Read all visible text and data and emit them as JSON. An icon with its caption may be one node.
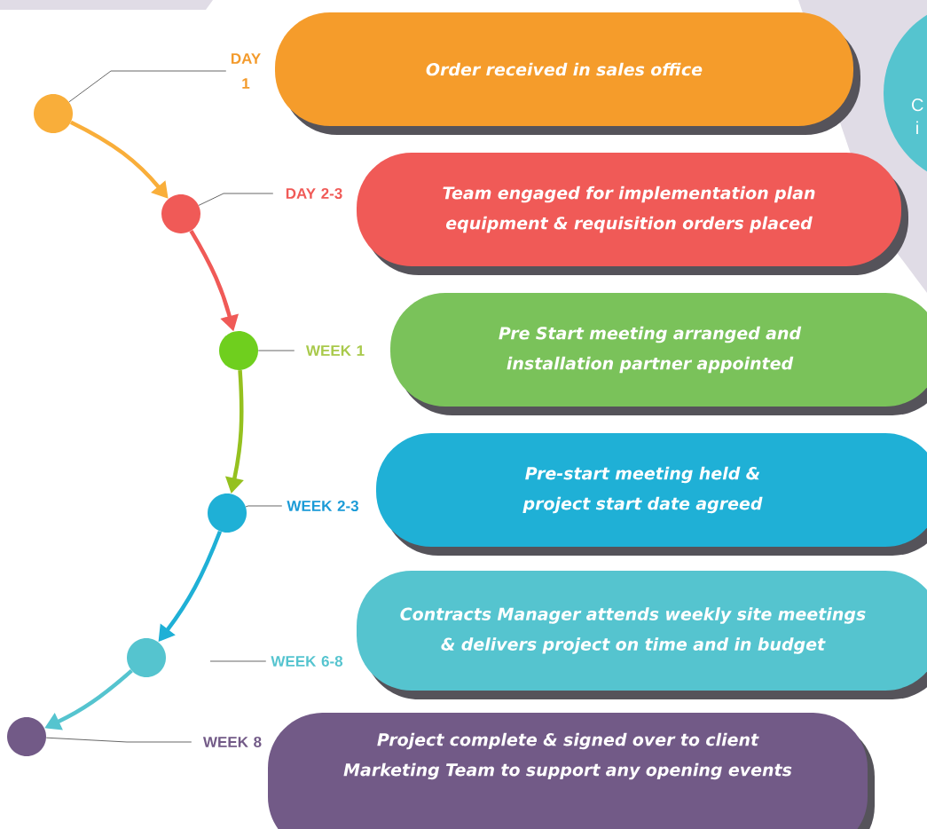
{
  "diagram": {
    "nodes": [
      {
        "text": [
          "DAY 1"
        ]
      },
      {
        "text": [
          "DAY 2-3"
        ]
      },
      {
        "text": [
          "WEEK 1"
        ]
      },
      {
        "text": [
          "WEEK 2-3"
        ]
      },
      {
        "text": [
          "WEEK 6-8"
        ]
      },
      {
        "text": [
          "WEEK 8"
        ]
      },
      {
        "text": [
          "Order received in sales office"
        ]
      },
      {
        "text": [
          "Team engaged for implementation plan equipment & requisition orders placed"
        ]
      },
      {
        "text": [
          "Pre Start meeting arranged and installation partner appointed"
        ]
      },
      {
        "text": [
          "Pre-start meeting held & project start date agreed"
        ]
      },
      {
        "text": [
          "Contracts Manager attends weekly site meetings & delivers project on time and in budget"
        ]
      },
      {
        "text": [
          "Project complete & signed over to client Marketing Team to support any opening events"
        ]
      },
      {
        "text": [],
        "shape": "circle"
      },
      {
        "text": [],
        "shape": "circle"
      },
      {
        "text": [],
        "shape": "circle"
      },
      {
        "text": [],
        "shape": "circle"
      },
      {
        "text": [],
        "shape": "circle"
      },
      {
        "text": [],
        "shape": "circle"
      },
      {
        "text": [
          "C i"
        ]
      }
    ],
    "edges": [
      {
        "from": 12,
        "to": 13,
        "arrow": "to",
        "style": "thick",
        "color": "#f9ae3a"
      },
      {
        "from": 13,
        "to": 14,
        "arrow": "to",
        "style": "thick",
        "color": "#f05a57"
      },
      {
        "from": 14,
        "to": 15,
        "arrow": "to",
        "style": "thick",
        "color": "#95c11f"
      },
      {
        "from": 15,
        "to": 16,
        "arrow": "to",
        "style": "thick",
        "color": "#1fb0d6"
      },
      {
        "from": 16,
        "to": 17,
        "arrow": "to",
        "style": "thick",
        "color": "#55c4cf"
      },
      {
        "from": 0,
        "to": 12,
        "arrow": "none"
      },
      {
        "from": 1,
        "to": 13,
        "arrow": "none"
      },
      {
        "from": 2,
        "to": 14,
        "arrow": "none"
      },
      {
        "from": 3,
        "to": 15,
        "arrow": "none"
      },
      {
        "from": 4,
        "to": null,
        "arrow": "none"
      },
      {
        "from": 5,
        "to": 17,
        "arrow": "none"
      }
    ]
  }
}
